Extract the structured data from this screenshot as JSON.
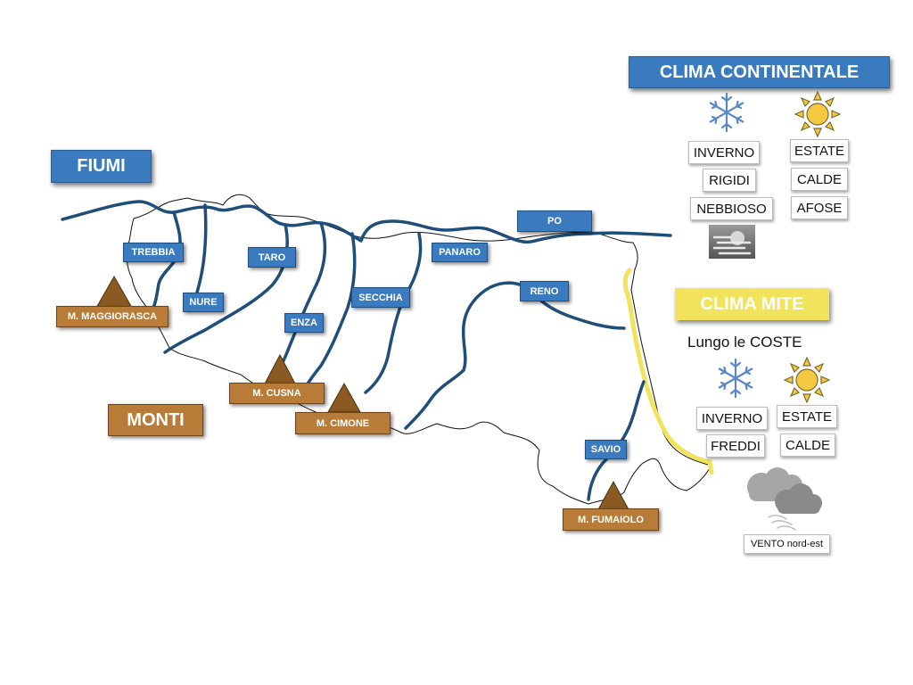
{
  "titles": {
    "fiumi": "FIUMI",
    "monti": "MONTI",
    "clima_continentale": "CLIMA CONTINENTALE",
    "clima_mite": "CLIMA MITE"
  },
  "rivers": {
    "po": "PO",
    "trebbia": "TREBBIA",
    "nure": "NURE",
    "taro": "TARO",
    "enza": "ENZA",
    "secchia": "SECCHIA",
    "panaro": "PANARO",
    "reno": "RENO",
    "savio": "SAVIO"
  },
  "mountains": {
    "maggiorasca": "M. MAGGIORASCA",
    "cusna": "M. CUSNA",
    "cimone": "M. CIMONE",
    "fumaiolo": "M. FUMAIOLO"
  },
  "continentale": {
    "winter": [
      "INVERNO",
      "RIGIDI",
      "NEBBIOSO"
    ],
    "summer": [
      "ESTATE",
      "CALDE",
      "AFOSE"
    ]
  },
  "mite": {
    "subtitle": "Lungo le COSTE",
    "winter": [
      "INVERNO",
      "FREDDI"
    ],
    "summer": [
      "ESTATE",
      "CALDE"
    ],
    "wind": "VENTO nord-est"
  },
  "colors": {
    "river": "#1f4e79",
    "river_label": "#3a7bc0",
    "mountain": "#b87c38",
    "coast": "#f2e35c"
  },
  "icons": [
    "snowflake-icon",
    "sun-icon",
    "fog-icon",
    "storm-cloud-icon"
  ]
}
